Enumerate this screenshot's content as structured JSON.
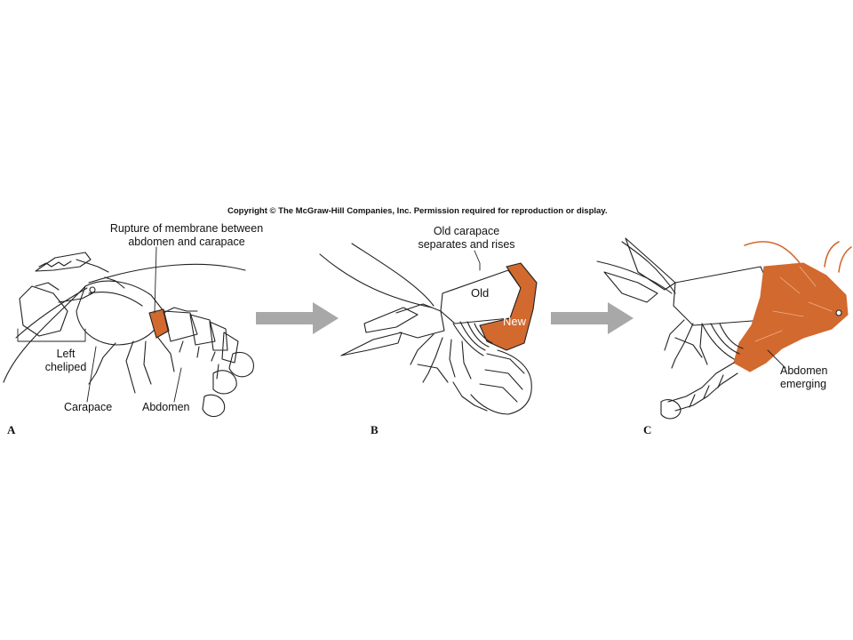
{
  "copyright": "Copyright © The McGraw-Hill Companies, Inc. Permission required for reproduction or display.",
  "panel_a": {
    "letter": "A",
    "label_rupture": "Rupture of membrane between\nabdomen and carapace",
    "label_cheliped": "Left\ncheliped",
    "label_carapace": "Carapace",
    "label_abdomen": "Abdomen"
  },
  "panel_b": {
    "letter": "B",
    "label_old_carapace": "Old carapace\nseparates and rises",
    "label_old": "Old",
    "label_new": "New"
  },
  "panel_c": {
    "letter": "C",
    "label_abdomen_emerging": "Abdomen\nemerging"
  },
  "colors": {
    "new_shell": "#d2692e",
    "arrow": "#a8a8a8",
    "ink": "#222222"
  }
}
